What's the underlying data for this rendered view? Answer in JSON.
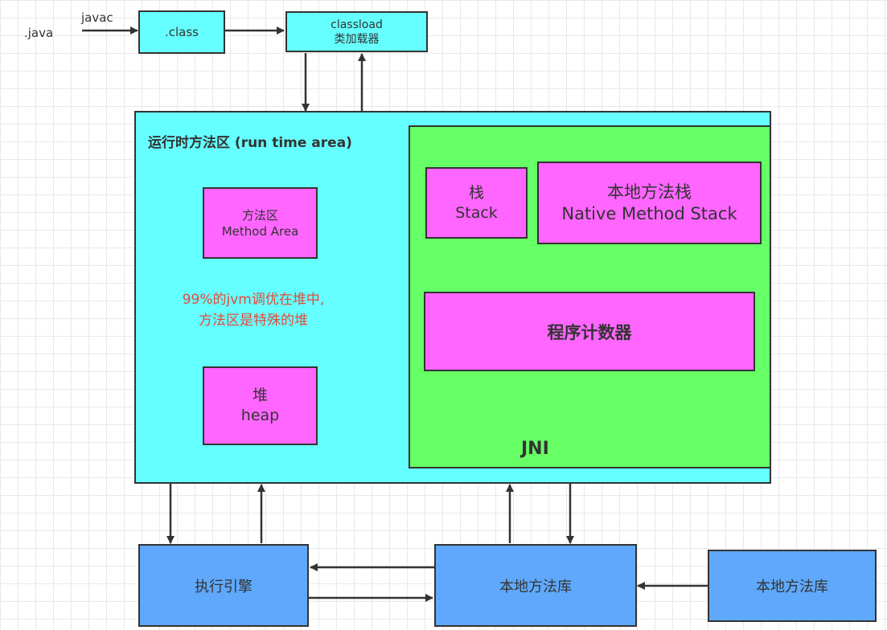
{
  "source": {
    "java": ".java",
    "javac": "javac"
  },
  "class_box": {
    "label": ".class"
  },
  "classload_box": {
    "line1": "classload",
    "line2": "类加载器"
  },
  "runtime_area": {
    "title": "运行时方法区 (run time area)"
  },
  "method_area": {
    "line1": "方法区",
    "line2": "Method Area"
  },
  "annotation": {
    "line1": "99%的jvm调优在堆中,",
    "line2": "方法区是特殊的堆",
    "color": "#e34a3b"
  },
  "heap_box": {
    "line1": "堆",
    "line2": "heap"
  },
  "stack_box": {
    "line1": "栈",
    "line2": "Stack"
  },
  "native_stack_box": {
    "line1": "本地方法栈",
    "line2": "Native Method Stack"
  },
  "pc_box": {
    "label": "程序计数器"
  },
  "jni_label": {
    "label": "JNI"
  },
  "exec_engine": {
    "label": "执行引擎"
  },
  "native_lib_mid": {
    "label": "本地方法库"
  },
  "native_lib_right": {
    "label": "本地方法库"
  },
  "colors": {
    "cyan": "#66ffff",
    "green": "#66ff66",
    "pink": "#ff66ff",
    "blue": "#5fa8fb"
  }
}
